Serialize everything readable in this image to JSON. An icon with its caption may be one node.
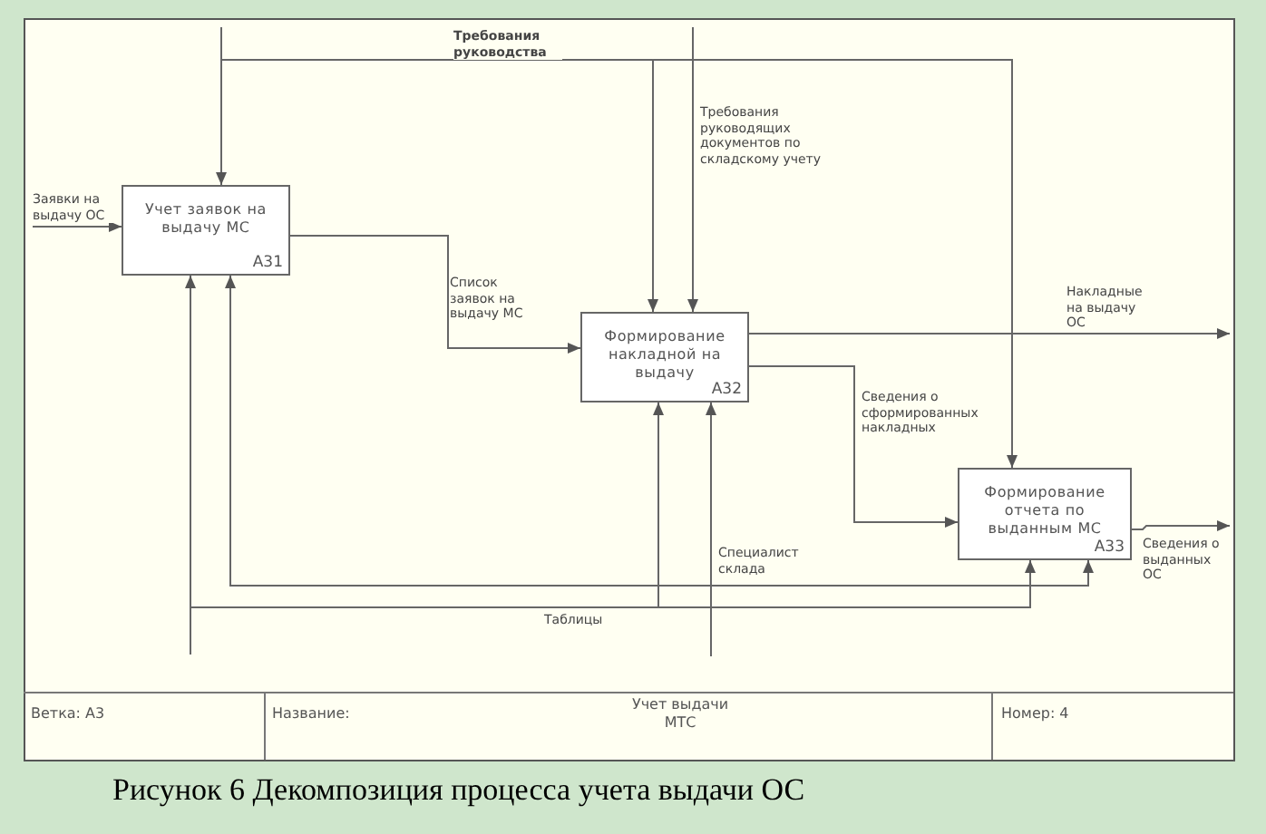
{
  "diagram": {
    "caption": "Рисунок 6 Декомпозиция процесса учета выдачи ОС",
    "nodes": [
      {
        "text": [
          "Учет заявок на выдачу МС",
          "А31"
        ]
      },
      {
        "text": [
          "Формирование накладной на выдачу",
          "А32"
        ]
      },
      {
        "text": [
          "Формирование отчета по выданным МС",
          "А33"
        ]
      }
    ],
    "edges": [
      {
        "from": null,
        "to": 0,
        "arrow": "to",
        "label": "Заявки на выдачу ОС"
      },
      {
        "from": null,
        "to": 0,
        "arrow": "to"
      },
      {
        "from": null,
        "to": 1,
        "arrow": "to",
        "label": "Требования руководства"
      },
      {
        "from": null,
        "to": 2,
        "arrow": "to"
      },
      {
        "from": null,
        "to": 1,
        "arrow": "to",
        "label": "Требования руководящих документов по складскому учету"
      },
      {
        "from": 0,
        "to": 1,
        "arrow": "to",
        "label": "Список заявок на выдачу МС"
      },
      {
        "from": 1,
        "to": null,
        "arrow": "to",
        "label": "Накладные на выдачу ОС"
      },
      {
        "from": 1,
        "to": 2,
        "arrow": "to",
        "label": "Сведения о сформированных накладных"
      },
      {
        "from": 2,
        "to": null,
        "arrow": "to",
        "label": "Сведения о выданных ОС"
      },
      {
        "from": null,
        "to": 0,
        "arrow": "to"
      },
      {
        "from": null,
        "to": 1,
        "arrow": "to",
        "label": "Таблицы"
      },
      {
        "from": null,
        "to": 2,
        "arrow": "to"
      },
      {
        "from": null,
        "to": 1,
        "arrow": "to",
        "label": "Специалист склада"
      },
      {
        "from": null,
        "to": 0,
        "arrow": "to"
      },
      {
        "from": null,
        "to": 2,
        "arrow": "to"
      }
    ],
    "labels": [
      "Ветка: А3",
      "Название:",
      "Учет выдачи МТС",
      "Номер: 4"
    ]
  }
}
